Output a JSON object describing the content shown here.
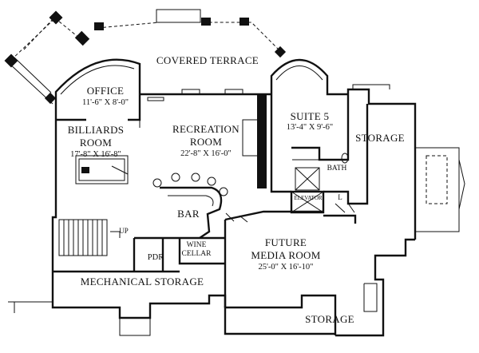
{
  "plan": {
    "rooms": [
      {
        "id": "covered-terrace",
        "name": "COVERED TERRACE",
        "dims": ""
      },
      {
        "id": "office",
        "name": "OFFICE",
        "dims": "11'-6\" X 8'-0\""
      },
      {
        "id": "billiards-room",
        "name": "BILLIARDS ROOM",
        "name_line1": "BILLIARDS",
        "name_line2": "ROOM",
        "dims": "17'-8\" X 16'-8\""
      },
      {
        "id": "recreation-room",
        "name": "RECREATION ROOM",
        "name_line1": "RECREATION",
        "name_line2": "ROOM",
        "dims": "22'-8\" X 16'-0\""
      },
      {
        "id": "suite-5",
        "name": "SUITE 5",
        "dims": "13'-4\" X 9'-6\""
      },
      {
        "id": "storage-east",
        "name": "STORAGE",
        "dims": ""
      },
      {
        "id": "bath",
        "name": "BATH",
        "dims": ""
      },
      {
        "id": "elevator",
        "name": "ELEVATOR",
        "dims": ""
      },
      {
        "id": "bar",
        "name": "BAR",
        "dims": ""
      },
      {
        "id": "future-media-room",
        "name": "FUTURE MEDIA ROOM",
        "name_line1": "FUTURE",
        "name_line2": "MEDIA ROOM",
        "dims": "25'-0\" X 16'-10\""
      },
      {
        "id": "wine-cellar",
        "name": "WINE CELLAR",
        "name_line1": "WINE",
        "name_line2": "CELLAR",
        "dims": ""
      },
      {
        "id": "pdr",
        "name": "PDR",
        "dims": ""
      },
      {
        "id": "mechanical-storage",
        "name": "MECHANICAL STORAGE",
        "dims": ""
      },
      {
        "id": "storage-south",
        "name": "STORAGE",
        "dims": ""
      }
    ],
    "marks": {
      "stair_up": "UP",
      "linen": "L"
    }
  }
}
